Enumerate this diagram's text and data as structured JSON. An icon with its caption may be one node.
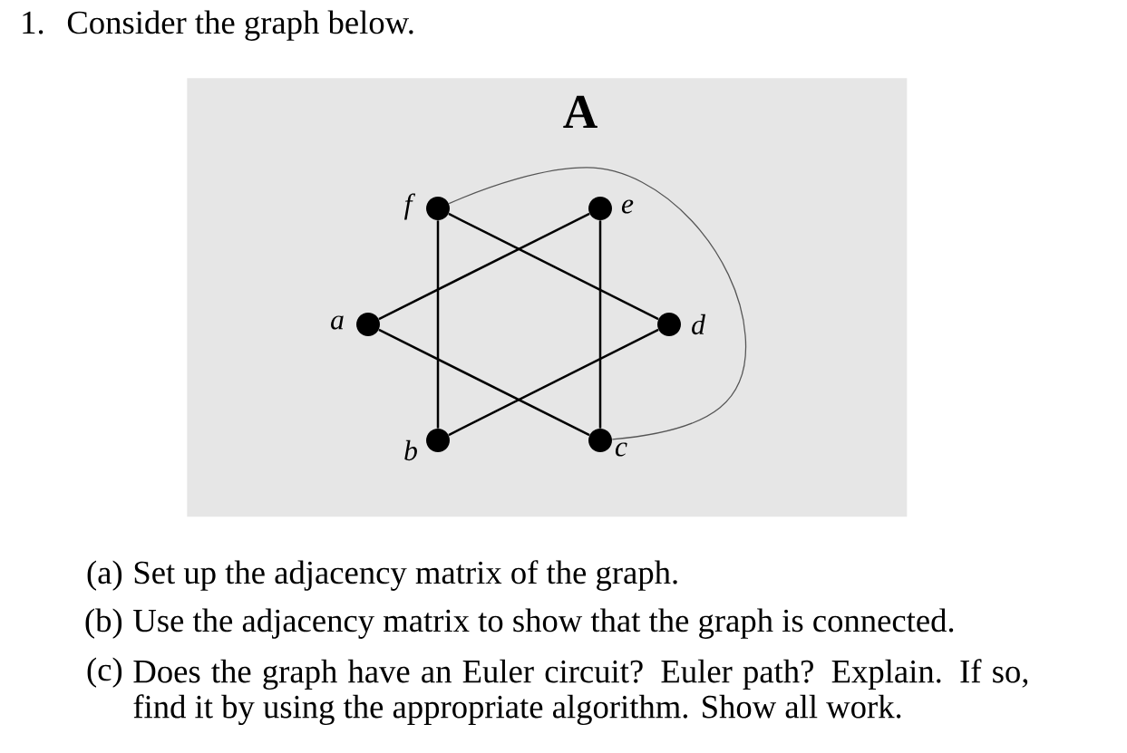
{
  "diagram": {
    "nodes": [
      {
        "text": [
          "A"
        ]
      },
      {
        "text": [],
        "shape": "circle",
        "in": 0,
        "beside": [
          "f"
        ]
      },
      {
        "text": [],
        "shape": "circle",
        "in": 0,
        "beside": [
          "e"
        ]
      },
      {
        "text": [],
        "shape": "circle",
        "in": 0,
        "beside": [
          "a"
        ]
      },
      {
        "text": [],
        "shape": "circle",
        "in": 0,
        "beside": [
          "d"
        ]
      },
      {
        "text": [],
        "shape": "circle",
        "in": 0,
        "beside": [
          "b"
        ]
      },
      {
        "text": [],
        "shape": "circle",
        "in": 0,
        "beside": [
          "c"
        ]
      }
    ],
    "edges": [
      {
        "from": 1,
        "to": 5,
        "arrow": "none"
      },
      {
        "from": 1,
        "to": 4,
        "arrow": "none"
      },
      {
        "from": 1,
        "to": 6,
        "arrow": "none",
        "color": "#555555"
      },
      {
        "from": 2,
        "to": 3,
        "arrow": "none"
      },
      {
        "from": 2,
        "to": 6,
        "arrow": "none"
      },
      {
        "from": 3,
        "to": 6,
        "arrow": "none"
      },
      {
        "from": 4,
        "to": 5,
        "arrow": "none"
      }
    ],
    "labels": [
      "1.",
      "Consider the graph below.",
      "(a)",
      "Set up the adjacency matrix of the graph.",
      "(b)",
      "Use the adjacency matrix to show that the graph is connected.",
      "(c)",
      "Does the graph have an Euler circuit? Euler path? Explain.  If so, find it by using the appropriate algorithm. Show all work."
    ]
  }
}
